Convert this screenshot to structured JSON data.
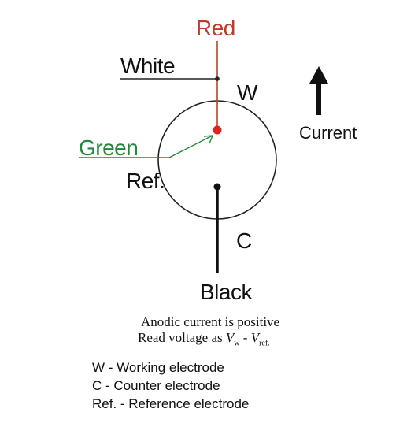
{
  "labels": {
    "red": "Red",
    "white": "White",
    "green": "Green",
    "ref": "Ref.",
    "w": "W",
    "c": "C",
    "black": "Black",
    "current": "Current"
  },
  "notes": {
    "line1": "Anodic current is positive",
    "line2_prefix": "Read voltage as ",
    "vw": "V",
    "vw_sub": "w",
    "minus": " - ",
    "vref": "V",
    "vref_sub": "ref."
  },
  "legend": {
    "w": "W - Working electrode",
    "c": "C - Counter electrode",
    "ref": "Ref. - Reference electrode"
  },
  "colors": {
    "red": "#c0392b",
    "green": "#1e8a3c",
    "black": "#111111",
    "red_dot": "#e0231b"
  }
}
